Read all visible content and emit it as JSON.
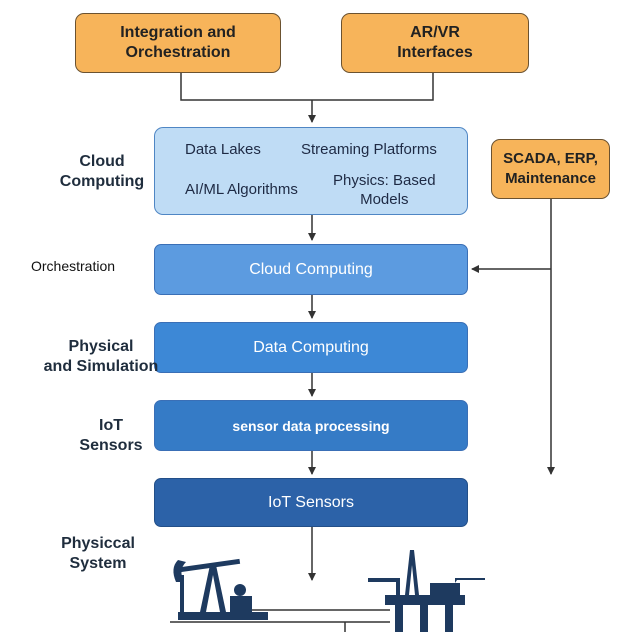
{
  "top_boxes": {
    "integration": "Integration and\nOrchestration",
    "arvr": "AR/VR\nInterfaces"
  },
  "scada": "SCADA, ERP,\nMaintenance",
  "cloud_top": {
    "data_lakes": "Data Lakes",
    "streaming": "Streaming Platforms",
    "aiml": "AI/ML Algorithms",
    "physics": "Physics: Based\nModels"
  },
  "layers": {
    "cloud_computing": "Cloud Computing",
    "data_computing": "Data Computing",
    "sensor_processing": "sensor data processing",
    "iot_sensors": "IoT Sensors"
  },
  "side_labels": {
    "cloud": "Cloud\nComputing",
    "orchestration": "Orchestration",
    "physical_sim": "Physical\nand Simulation",
    "iot": "IoT\nSensors",
    "physical_system": "Physiccal\nSystem"
  },
  "colors": {
    "orange": "#f7b45a",
    "light_blue": "#bfdcf5",
    "blue_1": "#5c9be0",
    "blue_2": "#3d88d6",
    "blue_3": "#357bc6",
    "blue_4": "#2c62a8",
    "line": "#333333",
    "silhouette": "#1e3a5f"
  },
  "icons": [
    "pumpjack-icon",
    "offshore-platform-icon"
  ]
}
